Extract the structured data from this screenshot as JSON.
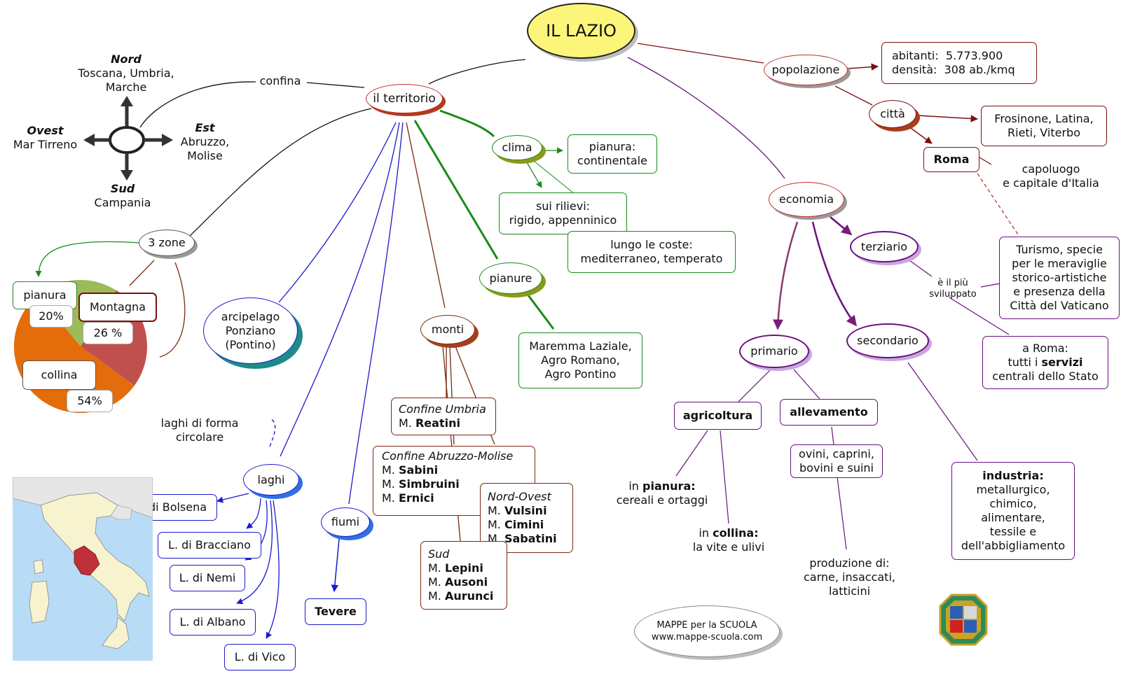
{
  "title": "IL LAZIO",
  "compass": {
    "north_title": "Nord",
    "north_text": "Toscana, Umbria,\nMarche",
    "east_title": "Est",
    "east_text": "Abruzzo,\nMolise",
    "west_title": "Ovest",
    "west_text": "Mar Tirreno",
    "south_title": "Sud",
    "south_text": "Campania",
    "confina": "confina"
  },
  "territorio": {
    "label": "il territorio",
    "zone": "3 zone",
    "pie": {
      "pianura_label": "pianura",
      "pianura_pct": "20%",
      "montagna_label": "Montagna",
      "montagna_pct": "26 %",
      "collina_label": "collina",
      "collina_pct": "54%",
      "values": [
        20,
        26,
        54
      ],
      "colors": [
        "#9bbb59",
        "#c0504d",
        "#e46c0a"
      ]
    },
    "arcipelago": "arcipelago\nPonziano\n(Pontino)",
    "clima": {
      "label": "clima",
      "pianura": "pianura:\ncontinentale",
      "rilievi": "sui rilievi:\nrigido, appenninico",
      "coste": "lungo le coste:\nmediterraneo, temperato"
    },
    "pianure": {
      "label": "pianure",
      "list": "Maremma Laziale,\nAgro Romano,\nAgro Pontino"
    },
    "monti": {
      "label": "monti",
      "umbria_title": "Confine Umbria",
      "umbria_lines": [
        "M. Reatini"
      ],
      "abruzzo_title": "Confine  Abruzzo-Molise",
      "abruzzo_lines": [
        "M. Sabini",
        "M. Simbruini",
        "M. Ernici"
      ],
      "nordovest_title": "Nord-Ovest",
      "nordovest_lines": [
        "M. Vulsini",
        "M. Cimini",
        "M. Sabatini"
      ],
      "sud_title": "Sud",
      "sud_lines": [
        "M. Lepini",
        "M. Ausoni",
        "M. Aurunci"
      ]
    },
    "laghi": {
      "label": "laghi",
      "note": "laghi di forma\ncircolare",
      "items": [
        "L. di Bolsena",
        "L. di Bracciano",
        "L. di Nemi",
        "L. di Albano",
        "L. di Vico"
      ]
    },
    "fiumi": {
      "label": "fiumi",
      "tevere": "Tevere"
    }
  },
  "popolazione": {
    "label": "popolazione",
    "abitanti_label": "abitanti:",
    "abitanti_value": "5.773.900",
    "densita_label": "densità:",
    "densita_value": "308 ab./kmq",
    "citta": "città",
    "citta_list": "Frosinone, Latina,\nRieti, Viterbo",
    "roma": "Roma",
    "roma_desc": "capoluogo\ne capitale d'Italia"
  },
  "economia": {
    "label": "economia",
    "terziario": "terziario",
    "sviluppato": "è il più\nsviluppato",
    "turismo": "Turismo, specie\nper le meraviglie\nstorico-artistiche\ne presenza della\nCittà del Vaticano",
    "servizi_pre": "a Roma:\ntutti i ",
    "servizi_bold": "servizi",
    "servizi_post": "centrali dello Stato",
    "primario": "primario",
    "secondario": "secondario",
    "agricoltura": "agricoltura",
    "allevamento": "allevamento",
    "pianura_bold": "pianura:",
    "pianura_pre": "in ",
    "pianura_text": "cereali e ortaggi",
    "collina_pre": "in ",
    "collina_bold": "collina:",
    "collina_text": "la vite e ulivi",
    "animali": "ovini, caprini,\nbovini e suini",
    "produzione": "produzione di:\ncarne, insaccati,\nlatticini",
    "industria_title": "industria:",
    "industria_text": "metallurgico,\nchimico,\nalimentare,\ntessile e\ndell'abbigliamento"
  },
  "footer": {
    "line1": "MAPPE per la SCUOLA",
    "line2": "www.mappe-scuola.com"
  },
  "colors": {
    "territorio": "#c03030",
    "popolazione": "#7a1010",
    "economia": "#6a1080",
    "clima": "#1a8a1a",
    "laghi": "#1a1acc",
    "monti": "#7a2a10"
  }
}
